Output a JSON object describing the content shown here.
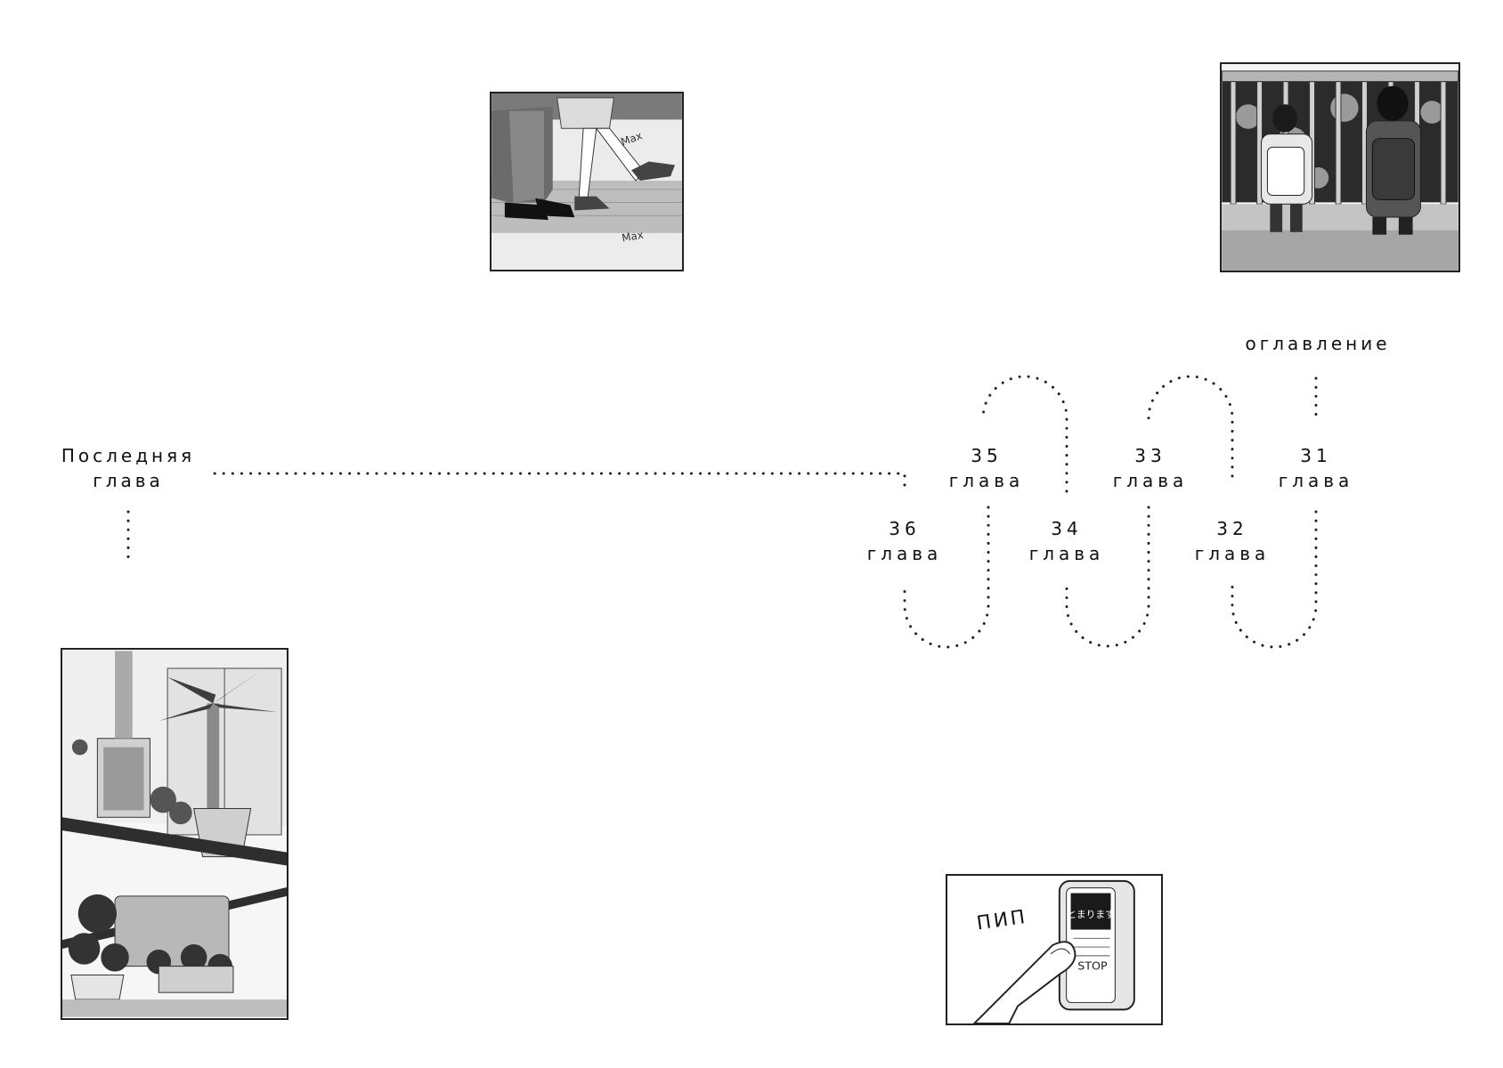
{
  "toc": {
    "title": "оглавление",
    "last_chapter": {
      "line1": "Последняя",
      "line2": "глава"
    },
    "chapters": [
      {
        "num": "31",
        "word": "глава"
      },
      {
        "num": "32",
        "word": "глава"
      },
      {
        "num": "33",
        "word": "глава"
      },
      {
        "num": "34",
        "word": "глава"
      },
      {
        "num": "35",
        "word": "глава"
      },
      {
        "num": "36",
        "word": "глава"
      }
    ]
  },
  "panels": {
    "legs": {
      "sfx1": "Мах",
      "sfx2": "Мах"
    },
    "button": {
      "sfx": "ПИП",
      "sign_jp": "とまります",
      "stop": "STOP"
    }
  }
}
